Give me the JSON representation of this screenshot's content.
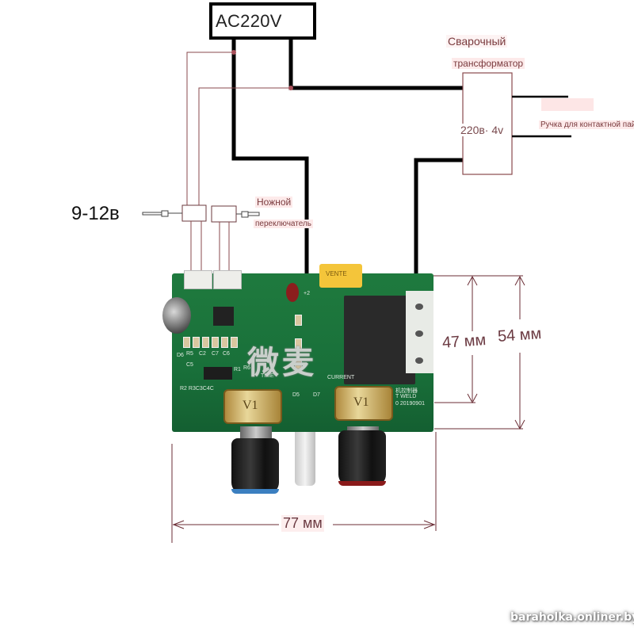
{
  "diagram": {
    "title": "Spot welder controller wiring diagram",
    "power_source": {
      "label": "AC220V"
    },
    "control_supply": {
      "label": "9-12в"
    },
    "foot_switch": {
      "line1": "Ножной",
      "line2": "переключатель"
    },
    "transformer": {
      "line1": "Сварочный",
      "line2": "трансформатор",
      "ratio": "220в· 4v"
    },
    "weld_handle": {
      "label": "Ручка для контактной пайки"
    },
    "dimensions": {
      "height_inner": "47 мм",
      "height_outer": "54 мм",
      "width": "77 мм"
    },
    "pcb": {
      "logo": "微麦",
      "silkscreen": {
        "labels": [
          "D6",
          "R5",
          "C2",
          "C7",
          "C6",
          "C5",
          "R1",
          "R6",
          "R2 R3C3C4C",
          "TIME",
          "CURRENT",
          "D5",
          "D7",
          "+2",
          "机控制器",
          "T WELD",
          "0 20190901"
        ],
        "capacitor_marking": "VENTE",
        "pot_left": "V1",
        "pot_right": "V1"
      }
    },
    "colors": {
      "power_wire": "#000000",
      "signal_wire": "#8a4a4e",
      "label_text": "#7a3b3e",
      "label_bg": "#fdeaea",
      "pcb": "#1f7a3e"
    }
  },
  "watermark": "baraholka.onliner.by"
}
